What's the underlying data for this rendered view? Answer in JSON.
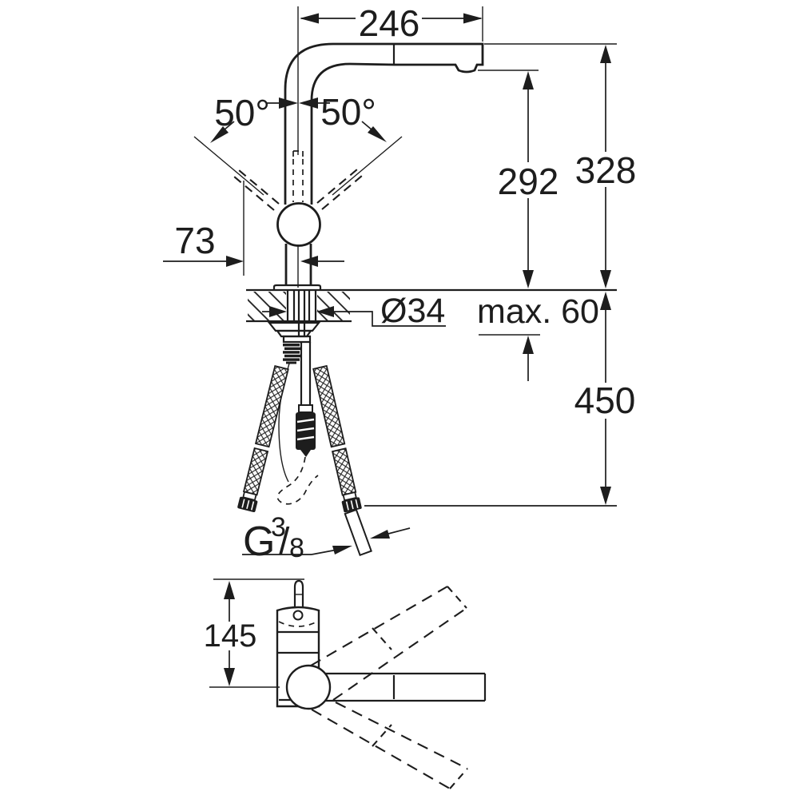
{
  "colors": {
    "background": "#ffffff",
    "line": "#1d1d1d",
    "text": "#1d1d1d"
  },
  "drawing_labels": {
    "spout_reach": "246",
    "swivel_angle_left": "50°",
    "swivel_angle_right": "50°",
    "spout_outlet_height": "292",
    "total_height": "328",
    "lever_offset": "73",
    "hole_diameter": "Ø34",
    "max_counter_thickness": "max. 60",
    "hose_length": "450",
    "thread_prefix": "G",
    "thread_numerator": "3",
    "thread_slash": "/",
    "thread_denominator": "8",
    "base_depth": "145"
  }
}
